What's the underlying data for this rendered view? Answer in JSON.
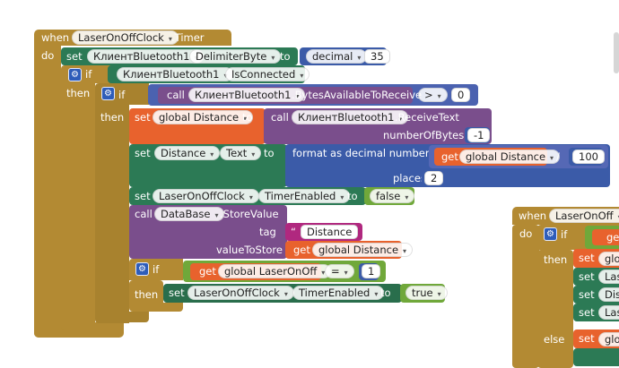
{
  "main_event": {
    "when": "when",
    "component": "LaserOnOffClock",
    "event": ".Timer",
    "do": "do"
  },
  "set_delimiter": {
    "set": "set",
    "component": "КлиентBluetooth1",
    "property": "DelimiterByte",
    "to": "to",
    "math_op": "decimal",
    "value": "35"
  },
  "if_connected": {
    "if": "if",
    "then": "then",
    "component": "КлиентBluetooth1",
    "property": "IsConnected"
  },
  "if_bytes": {
    "if": "if",
    "then": "then",
    "call": "call",
    "component": "КлиентBluetooth1",
    "method": ".BytesAvailableToReceive",
    "compare": ">",
    "value": "0"
  },
  "set_global_distance": {
    "set": "set",
    "variable": "global Distance",
    "to": "to",
    "call": "call",
    "component": "КлиентBluetooth1",
    "method": ".ReceiveText",
    "param": "numberOfBytes",
    "param_value": "-1"
  },
  "set_distance_text": {
    "set": "set",
    "component": "Distance",
    "property": "Text",
    "to": "to",
    "format_label": "format as decimal number",
    "get": "get",
    "variable": "global Distance",
    "divide": "/",
    "divisor": "100",
    "places_label": "places",
    "places": "2"
  },
  "set_timer_enabled_false": {
    "set": "set",
    "component": "LaserOnOffClock",
    "property": "TimerEnabled",
    "to": "to",
    "value": "false"
  },
  "call_store": {
    "call": "call",
    "component": "DataBase",
    "method": ".StoreValue",
    "tag_label": "tag",
    "tag_value": "Distance",
    "value_label": "valueToStore",
    "get": "get",
    "variable": "global Distance"
  },
  "if_laser": {
    "if": "if",
    "then": "then",
    "get": "get",
    "variable": "global LaserOnOff",
    "compare": "=",
    "value": "1"
  },
  "set_timer_enabled_true": {
    "set": "set",
    "component": "LaserOnOffClock",
    "property": "TimerEnabled",
    "to": "to",
    "value": "true"
  },
  "second_event": {
    "when": "when",
    "component": "LaserOnOff",
    "do": "do",
    "if": "if",
    "get_partial": "ge",
    "then": "then",
    "else": "else",
    "rows": [
      "set",
      "set",
      "set",
      "set"
    ],
    "row_fragments": [
      "glob",
      "Las",
      "Dist",
      "Las"
    ],
    "else_set": "set",
    "else_fragment": "glob"
  },
  "colors": {
    "control": "#b38a33",
    "component": "#2c7a55",
    "variable": "#e8622d",
    "math": "#3b5ba8",
    "logic": "#70a83a",
    "call": "#7a4e8c",
    "text": "#b0287f"
  }
}
